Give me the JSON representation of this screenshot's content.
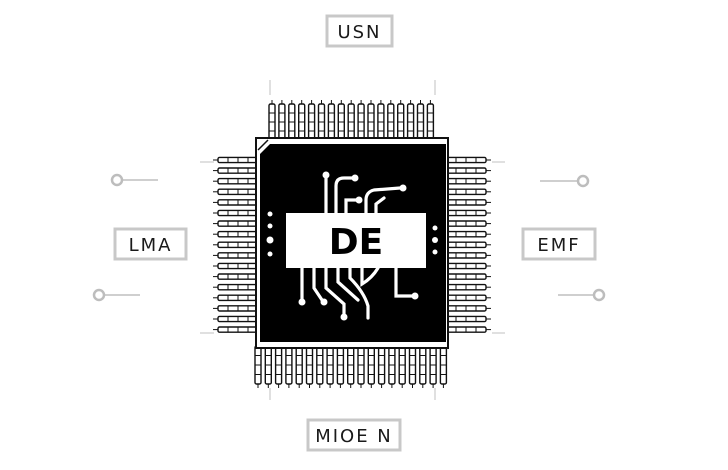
{
  "diagram": {
    "chip_label": "DE",
    "labels": {
      "top": "USN",
      "left": "LMA",
      "right": "EMF",
      "bottom": "MIOE N"
    }
  },
  "colors": {
    "chip_body": "#000000",
    "chip_outline": "#111111",
    "label_border": "#c8c8c8",
    "guide_line": "#d6d6d6",
    "background": "#ffffff"
  }
}
